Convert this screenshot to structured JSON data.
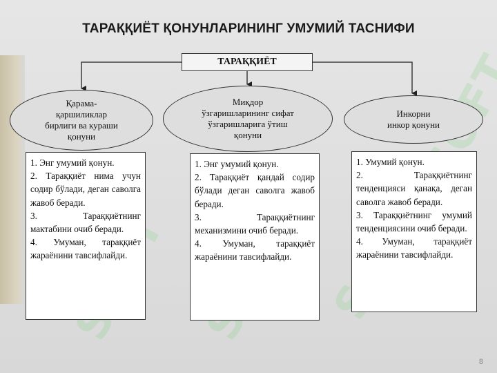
{
  "title": "ТАРАҚҚИЁТ ҚОНУНЛАРИНИНГ УМУМИЙ ТАСНИФИ",
  "root": "ТАРАҚҚИЁТ",
  "laws": [
    {
      "name": "Қарама-\nқаршиликлар\nбирлиги ва кураши\nқонуни",
      "items": [
        "1. Энг умумий қонун.",
        "2. Тараққиёт нима учун содир бўлади, деган саволга жавоб беради.",
        "3. Тараққиётнинг мактабини очиб беради.",
        "4. Умуман, тараққиёт жараёнини тавсифлайди."
      ]
    },
    {
      "name": "Миқдор\nўзгаришларининг сифат\nўзгаришларига ўтиш\nқонуни",
      "items": [
        "1. Энг умумий қонун.",
        "2. Тараққиёт қандай содир бўлади деган саволга жавоб беради.",
        "3. Тараққиётнинг механизмини очиб беради.",
        "4. Умуман, тараққиёт жараёнини тавсифлайди."
      ]
    },
    {
      "name": "Инкорни\nинкор қонуни",
      "items": [
        "1. Умумий қонун.",
        "2. Тараққиётнинг тенденцияси қанақа, деган саволга жавоб беради.",
        "3. Тараққиётнинг умумий тенденциясини очиб беради.",
        "4. Умуман, тараққиёт жараёнини тавсифлайди."
      ]
    }
  ],
  "watermark": "SOFT",
  "page_number": "8"
}
